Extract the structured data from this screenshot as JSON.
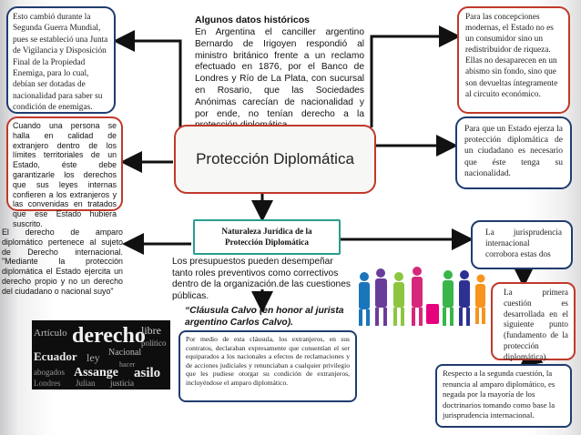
{
  "boxes": {
    "top_left": "Esto cambió durante la Segunda Guerra Mundial, pues se estableció una Junta de Vigilancia y Disposición Final de la Propiedad Enemiga, para lo cual, debían ser dotadas de nacionalidad para saber su condición de enemigas.",
    "historic_title": "Algunos datos históricos",
    "historic_body": "En Argentina el canciller argentino Bernardo de Irigoyen respondió al ministro británico frente a un reclamo efectuado en 1876, por el Banco de Londres y Río de La Plata, con sucursal en Rosario, que las Sociedades Anónimas carecían de nacionalidad y por ende, no tenían derecho a la protección diplomática.",
    "top_right": "Para las concepciones modernas, el Estado no es un consumidor sino un redistribuidor de riqueza. Ellas no desaparecen en un abismo sin fondo, sino que son devueltas íntegramente al circuito económico.",
    "mid_left": "Cuando una persona se halla en calidad de extranjero dentro de los límites territoriales de un Estado, éste debe garantizarle los derechos que sus leyes internas confieren a los extranjeros y las convenidas en tratados que ese Estado hubiera suscrito.",
    "center_title": "Protección Diplomática",
    "mid_right": "Para que un Estado ejerza la protección diplomática de un ciudadano es necesario que éste tenga su nacionalidad.",
    "left_lower": "El derecho de amparo diplomático pertenece al sujeto de Derecho internacional. \"Mediante la protección diplomática el Estado ejercita un derecho propio y no un derecho del ciudadano o nacional suyo\"",
    "naturaleza_title": "Naturaleza Jurídica de la Protección Diplomática",
    "presupuestos": "Los presupuestos pueden desempeñar tanto roles preventivos como correctivos dentro de la organización.de las cuestiones públicas.",
    "right_jurisprudencia": "La jurisprudencia internacional corrobora estas dos",
    "right_primera": "La primera cuestión es desarrollada en el siguiente punto (fundamento de la protección diplomática).",
    "calvo_title": "“Cláusula Calvo (en honor al jurista argentino Carlos Calvo).",
    "calvo_body": "Por medio de esta cláusula, los extranjeros, en sus contratos, declaraban expresamente que consentían el ser equiparados a los nacionales a efectos de reclamaciones y de acciones judiciales y renunciaban a cualquier privilegio que les pudiese otorgar su condición de extranjeros, incluyéndose el amparo diplomático.",
    "segunda": "Respecto a la segunda cuestión, la renuncia al amparo diplomático, es negada por la mayoría de los doctrinarios tomando como base la jurisprudencia internacional."
  },
  "wordcloud": [
    "derecho",
    "Artículo",
    "libre",
    "Ecuador",
    "ley",
    "Nacional",
    "abogados",
    "asilo",
    "Assange",
    "Julian",
    "político",
    "justicia",
    "Londres",
    "hacer"
  ],
  "icons": {
    "people_group": "people-group-illustration",
    "wordcloud": "derecho-word-cloud"
  },
  "colors": {
    "navy": "#1f3c6e",
    "red": "#c0392b",
    "teal": "#2a9d8f",
    "center_fill": "#f7f7f5",
    "connector": "#111111"
  }
}
